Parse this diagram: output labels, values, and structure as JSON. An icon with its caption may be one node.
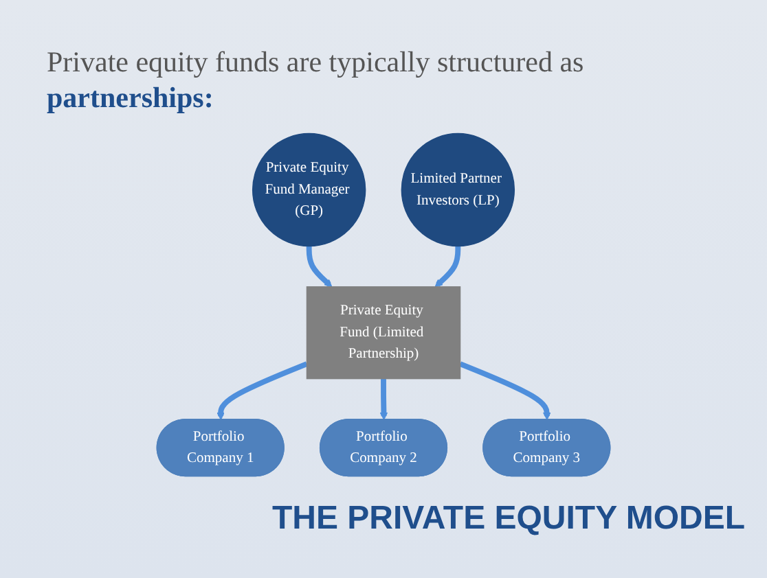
{
  "diagram": {
    "title": "Private equity funds are typically structured as **partnerships:**",
    "caption": "THE PRIVATE EQUITY MODEL",
    "nodes": [
      {
        "text": [
          "Private Equity Fund Manager (GP)"
        ]
      },
      {
        "text": [
          "Limited Partner Investors (LP)"
        ]
      },
      {
        "text": [
          "Private Equity Fund (Limited Partnership)"
        ]
      },
      {
        "text": [
          "Portfolio Company 1"
        ]
      },
      {
        "text": [
          "Portfolio Company 2"
        ]
      },
      {
        "text": [
          "Portfolio Company 3"
        ]
      }
    ],
    "edges": [
      {
        "from": 0,
        "to": 2,
        "arrow": "to"
      },
      {
        "from": 1,
        "to": 2,
        "arrow": "to"
      },
      {
        "from": 2,
        "to": 3,
        "arrow": "to"
      },
      {
        "from": 2,
        "to": 4,
        "arrow": "to"
      },
      {
        "from": 2,
        "to": 5,
        "arrow": "to"
      }
    ]
  }
}
